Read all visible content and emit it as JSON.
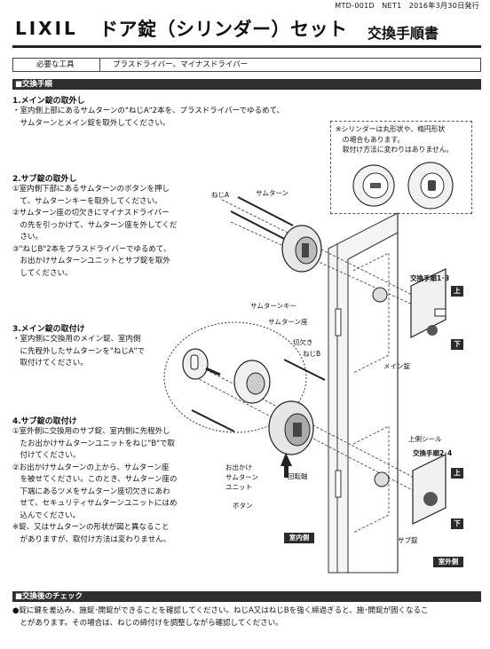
{
  "header": {
    "doc_id": "MTD-001D　NET1　2016年3月30日発行",
    "logo": "LIXIL",
    "title": "ドア錠（シリンダー）セット",
    "subtitle": "交換手順書"
  },
  "tools": {
    "label": "必要な工具",
    "value": "プラスドライバー、マイナスドライバー"
  },
  "section_steps": "■交換手順",
  "steps": [
    {
      "heading": "1.メイン錠の取外し",
      "lines": [
        "・室内側上部にあるサムターンの\"ねじA\"2本を、プラスドライバーでゆるめて、",
        "　サムターンとメイン錠を取外してください。"
      ]
    },
    {
      "heading": "2.サブ錠の取外し",
      "lines": [
        "①室内側下部にあるサムターンのボタンを押し",
        "　て、サムターンキーを取外してください。",
        "②サムターン座の切欠きにマイナスドライバー",
        "　の先を引っかけて、サムターン座を外してくだ",
        "　さい。",
        "③\"ねじB\"2本をプラスドライバーでゆるめて、",
        "　お出かけサムターンユニットとサブ錠を取外",
        "　してください。"
      ]
    },
    {
      "heading": "3.メイン錠の取付け",
      "lines": [
        "・室内側に交換用のメイン錠、室内側",
        "　に先程外したサムターンを\"ねじA\"で",
        "　取付けてください。"
      ]
    },
    {
      "heading": "4.サブ錠の取付け",
      "lines": [
        "①室外側に交換用のサブ錠、室内側に先程外し",
        "　たお出かけサムターンユニットをねじ\"B\"で取",
        "　付けてください。",
        "②お出かけサムターンの上から、サムターン座",
        "　を被せてください。このとき、サムターン座の",
        "　下端にあるツメをサムターン座切欠きにあわ",
        "　せて、セキュリティサムターンユニットにはめ",
        "　込んでください。",
        "※錠、又はサムターンの形状が図と異なること",
        "　がありますが、取付け方法は変わりません。"
      ]
    }
  ],
  "note": [
    "※シリンダーは丸形状や、楕円形状",
    "　の場合もあります。",
    "　取付け方法に変わりはありません。"
  ],
  "labels": {
    "screw_a": "ねじA",
    "thumbturn": "サムターン",
    "thumbturn_key": "サムターンキー",
    "thumbturn_seat": "サムターン座",
    "notch": "切欠き",
    "screw_b": "ねじB",
    "step_13": "交換手順1･3",
    "up1": "上",
    "down1": "下",
    "main_lock": "メイン錠",
    "top_seal": "上側シール",
    "step_24": "交換手順2･4",
    "up2": "上",
    "down2": "下",
    "sub_lock": "サブ錠",
    "outing_unit_1": "お出かけ",
    "outing_unit_2": "サムターン",
    "outing_unit_3": "ユニット",
    "rotation_axis": "回転軸",
    "button": "ボタン",
    "indoor": "室内側",
    "outdoor": "室外側"
  },
  "section_check": "■交換後のチェック",
  "check_lines": [
    "●錠に鍵を差込み、施錠･開錠ができることを確認してください。ねじA又はねじBを強く締過ぎると、施･開錠が固くなるこ",
    "　とがあります。その場合は、ねじの締付けを調整しながら確認してください。"
  ]
}
